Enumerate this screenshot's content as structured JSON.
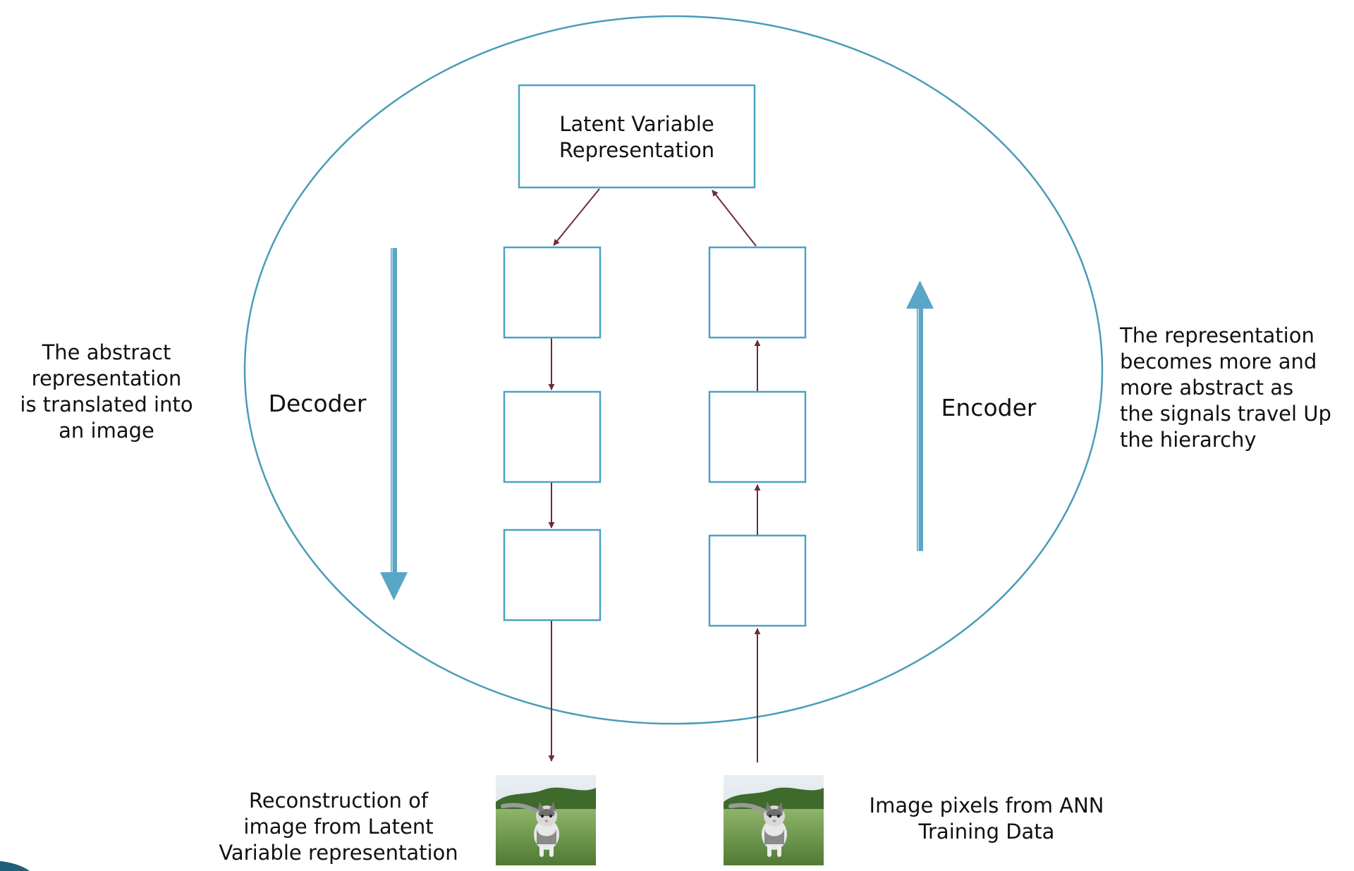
{
  "latent_box": {
    "label_line1": "Latent Variable",
    "label_line2": "Representation"
  },
  "decoder": {
    "label": "Decoder"
  },
  "encoder": {
    "label": "Encoder"
  },
  "left_note": {
    "line1": "The abstract",
    "line2": "representation",
    "line3": "is translated into",
    "line4": "an image"
  },
  "right_note": {
    "line1": "The representation",
    "line2": "becomes more and",
    "line3": "more abstract as",
    "line4": "the signals travel Up",
    "line5": "the hierarchy"
  },
  "reconstruction_caption": {
    "line1": "Reconstruction of",
    "line2": "image from Latent",
    "line3": "Variable representation"
  },
  "input_caption": {
    "line1": "Image pixels from ANN",
    "line2": "Training Data"
  },
  "images": {
    "reconstruction": "kitten-photo",
    "input": "kitten-photo"
  },
  "colors": {
    "ellipse": "#4a9cb6",
    "box_border": "#4aa3c2",
    "thin_arrow": "#6e2a3a",
    "big_arrow": "#5aa6c6"
  }
}
